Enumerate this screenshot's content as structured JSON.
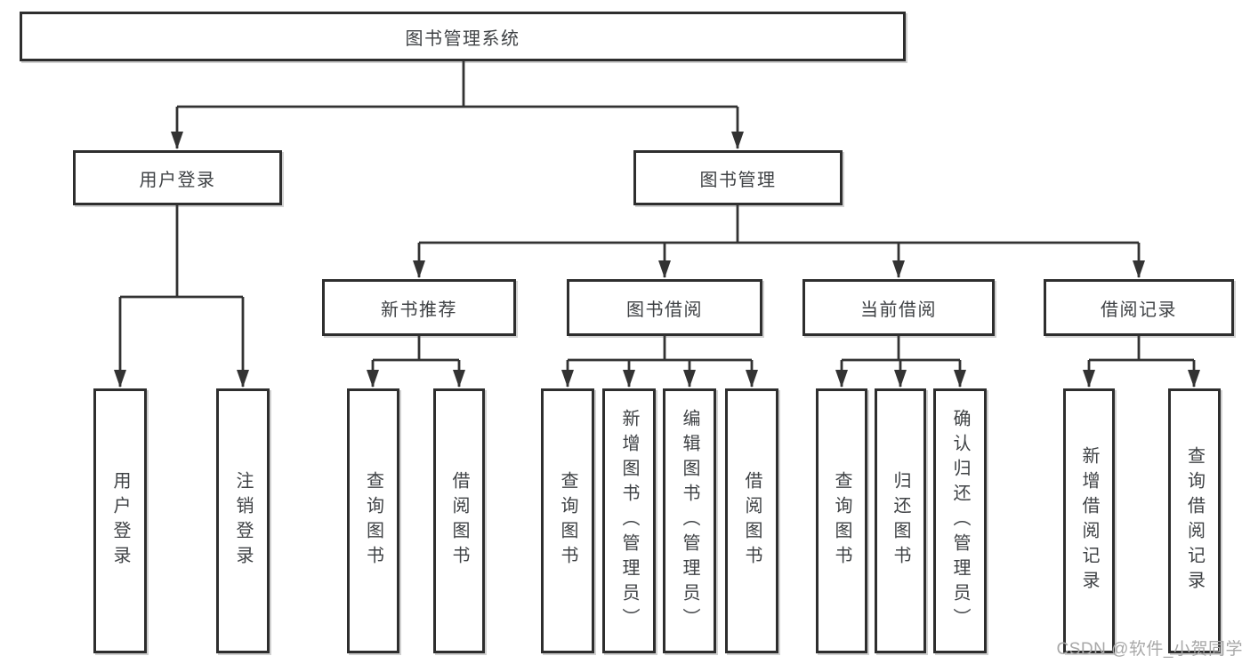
{
  "root": {
    "label": "图书管理系统"
  },
  "branches": [
    {
      "label": "用户登录",
      "children": [
        {
          "label": "用户登录"
        },
        {
          "label": "注销登录"
        }
      ]
    },
    {
      "label": "图书管理",
      "children": [
        {
          "label": "新书推荐",
          "children": [
            {
              "label": "查询图书"
            },
            {
              "label": "借阅图书"
            }
          ]
        },
        {
          "label": "图书借阅",
          "children": [
            {
              "label": "查询图书"
            },
            {
              "label": "新增图书（管理员）"
            },
            {
              "label": "编辑图书（管理员）"
            },
            {
              "label": "借阅图书"
            }
          ]
        },
        {
          "label": "当前借阅",
          "children": [
            {
              "label": "查询图书"
            },
            {
              "label": "归还图书"
            },
            {
              "label": "确认归还（管理员）"
            }
          ]
        },
        {
          "label": "借阅记录",
          "children": [
            {
              "label": "新增借阅记录"
            },
            {
              "label": "查询借阅记录"
            }
          ]
        }
      ]
    }
  ],
  "watermark": {
    "text": "CSDN @软件_小贺同学"
  },
  "colors": {
    "line": "#333333",
    "border": "#2e2e2e",
    "text": "#3f4245",
    "watermark": "#a8a8a8"
  }
}
